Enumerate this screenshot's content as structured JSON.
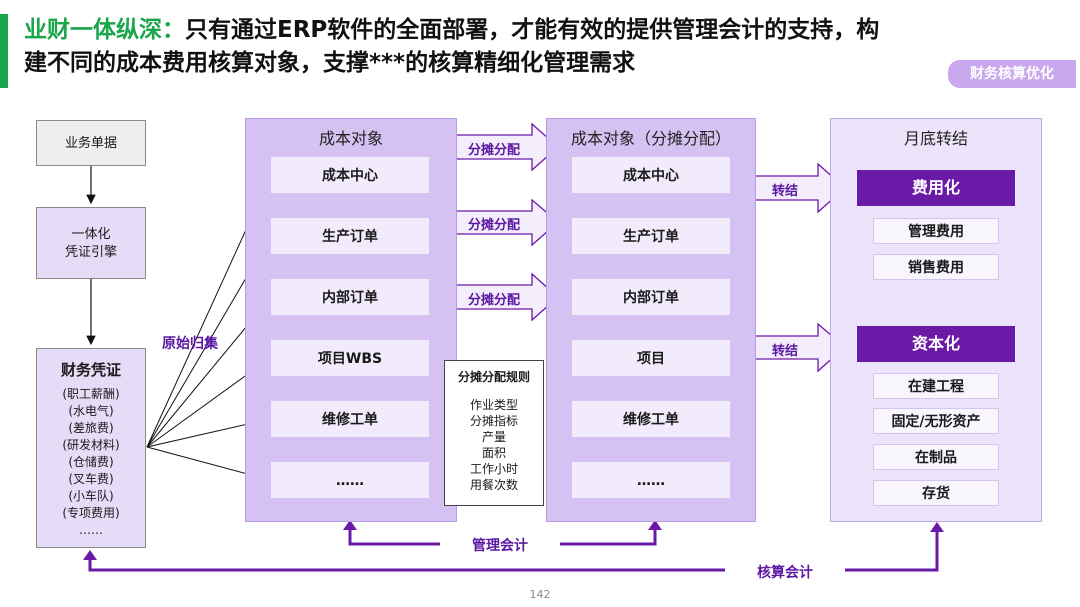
{
  "title": {
    "highlight": "业财一体纵深：",
    "line1_rest": "只有通过ERP软件的全面部署，才能有效的提供管理会计的支持，构",
    "line2": "建不同的成本费用核算对象，支撑***的核算精细化管理需求"
  },
  "badge": "财务核算优化",
  "left": {
    "business_doc": "业务单据",
    "voucher_engine_line1": "一体化",
    "voucher_engine_line2": "凭证引擎",
    "voucher_title": "财务凭证",
    "voucher_items": [
      "(职工薪酬)",
      "(水电气)",
      "(差旅费)",
      "(研发材料)",
      "(仓储费)",
      "(叉车费)",
      "(小车队)",
      "(专项费用)",
      "……"
    ],
    "collect_label": "原始归集"
  },
  "cost_objects": {
    "title": "成本对象",
    "items": [
      "成本中心",
      "生产订单",
      "内部订单",
      "项目WBS",
      "维修工单",
      "……"
    ]
  },
  "allocation_arrows": [
    "分摊分配",
    "分摊分配",
    "分摊分配"
  ],
  "allocated_objects": {
    "title": "成本对象（分摊分配）",
    "items": [
      "成本中心",
      "生产订单",
      "内部订单",
      "项目",
      "维修工单",
      "……"
    ]
  },
  "rules": {
    "title": "分摊分配规则",
    "items": [
      "作业类型",
      "分摊指标",
      "产量",
      "面积",
      "工作小时",
      "用餐次数"
    ]
  },
  "transfer_arrows": [
    "转结",
    "转结"
  ],
  "month_end": {
    "title": "月底转结",
    "expense_title": "费用化",
    "expense_items": [
      "管理费用",
      "销售费用"
    ],
    "capital_title": "资本化",
    "capital_items": [
      "在建工程",
      "固定/无形资产",
      "在制品",
      "存货"
    ]
  },
  "bottom": {
    "mgmt_accounting": "管理会计",
    "cost_accounting": "核算会计"
  },
  "page_number": "142",
  "colors": {
    "accent_green": "#1aa64a",
    "purple_dark": "#6a1aa6",
    "purple_panel": "#d6c2f2",
    "purple_light": "#ece4fa",
    "arrow_purple": "#6a1aa6"
  }
}
